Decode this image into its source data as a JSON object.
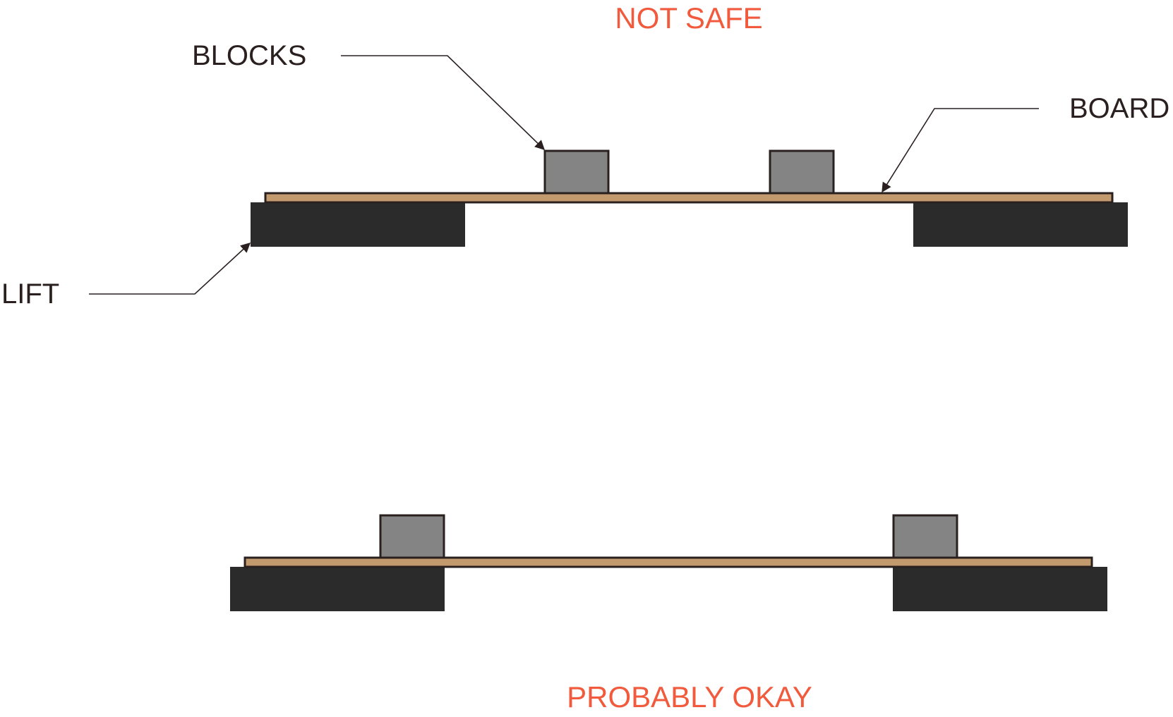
{
  "labels": {
    "not_safe": "NOT SAFE",
    "probably_okay": "PROBABLY OKAY",
    "blocks": "BLOCKS",
    "board": "BOARD",
    "lift": "LIFT"
  },
  "colors": {
    "warning_text": "#f15a3c",
    "label_text": "#2a2020",
    "lift": "#2b2b2b",
    "board_fill": "#c39a6d",
    "board_outline": "#2a2020",
    "block_fill": "#848484",
    "block_outline": "#2a2020",
    "background": "#ffffff"
  },
  "scenes": [
    {
      "id": "not-safe",
      "description_label": "not_safe"
    },
    {
      "id": "probably-okay",
      "description_label": "probably_okay"
    }
  ]
}
